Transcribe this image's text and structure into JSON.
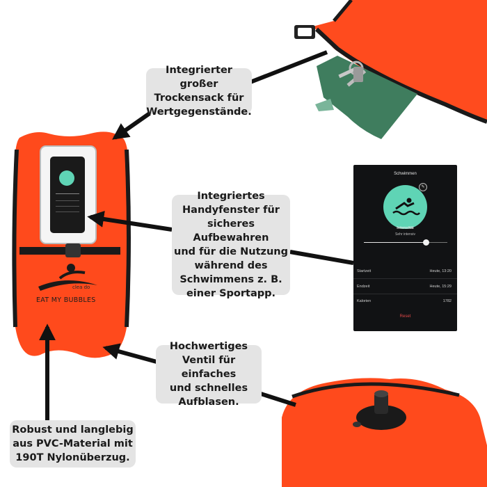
{
  "callouts": {
    "drybag": [
      "Integrierter großer",
      "Trockensack für",
      "Wertgegenstände."
    ],
    "window": [
      "Integriertes",
      "Handyfenster für",
      "sicheres Aufbewahren",
      "und für die Nutzung",
      "während des",
      "Schwimmens z. B.",
      "einer Sportapp."
    ],
    "valve": [
      "Hochwertiges",
      "Ventil für einfaches",
      "und schnelles",
      "Aufblasen."
    ],
    "material": [
      "Robust und langlebig",
      "aus PVC-Material mit",
      "190T Nylonüberzug."
    ]
  },
  "brand": {
    "name": "EAT MY BUBBLES",
    "sub": "clea do"
  },
  "app": {
    "title": "Schwimmen",
    "intensity_label": "Intensität",
    "intensity_value": "Sehr intensiv",
    "intensity_level": 0.75,
    "rows": [
      {
        "label": "Startzeit",
        "value": "Heute, 13:20"
      },
      {
        "label": "Endzeit",
        "value": "Heute, 15:29"
      },
      {
        "label": "Kalorien",
        "value": "1782"
      }
    ],
    "reset_label": "Reset"
  },
  "colors": {
    "buoy": "#ff4a1c",
    "callout_bg": "#e4e4e4",
    "app_bg": "#111214",
    "accent_teal": "#5fd4b5",
    "reset_red": "#e24848"
  },
  "icons": [
    "swimmer-icon",
    "pencil-icon",
    "key-icon",
    "buckle-icon",
    "valve-icon",
    "arrow-icon"
  ]
}
